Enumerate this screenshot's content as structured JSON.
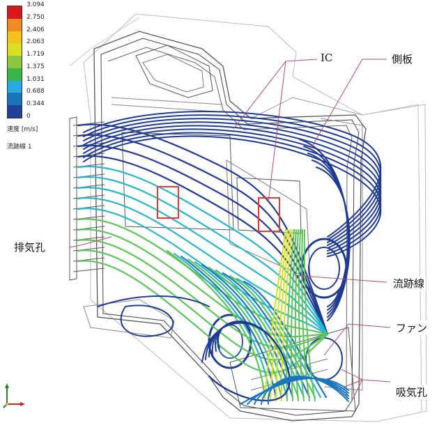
{
  "legend": {
    "ticks": [
      "3.094",
      "2.750",
      "2.406",
      "2.063",
      "1.719",
      "1.375",
      "1.031",
      "0.688",
      "0.344",
      "0"
    ],
    "colors": [
      "#d7191c",
      "#f08a24",
      "#f6c11e",
      "#d9e021",
      "#8cc63f",
      "#39b54a",
      "#29abe2",
      "#1b75bc",
      "#21409a"
    ],
    "unit": "速度 [m/s]",
    "name": "流跡線 1"
  },
  "callouts": {
    "ic": "IC",
    "side_plate": "側板",
    "exhaust": "排気孔",
    "streamline": "流跡線",
    "fan": "ファン",
    "intake": "吸気孔"
  },
  "colors": {
    "stream_dark": "#1f3a93",
    "stream_mid": "#1b75bc",
    "stream_cyan": "#2ab5c9",
    "stream_green": "#5dc35a",
    "stream_yellow": "#d7e021",
    "frame": "#6e6e6e",
    "ic_box": "#e53935",
    "leader": "#b04a7a"
  }
}
